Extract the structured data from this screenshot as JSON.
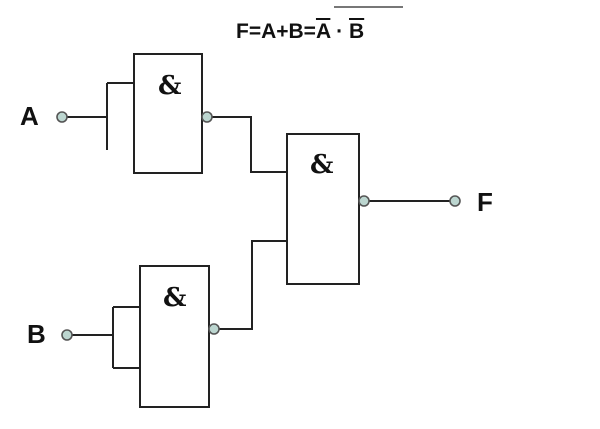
{
  "formula": {
    "lhs": "F=A+B=",
    "term_a": "A",
    "dot": " · ",
    "term_b": "B"
  },
  "inputs": {
    "a": "A",
    "b": "B"
  },
  "output": "F",
  "gates": [
    {
      "symbol": "&"
    },
    {
      "symbol": "&"
    },
    {
      "symbol": "&"
    }
  ],
  "colors": {
    "wire": "#222222",
    "terminal": "#bcd6d0"
  }
}
